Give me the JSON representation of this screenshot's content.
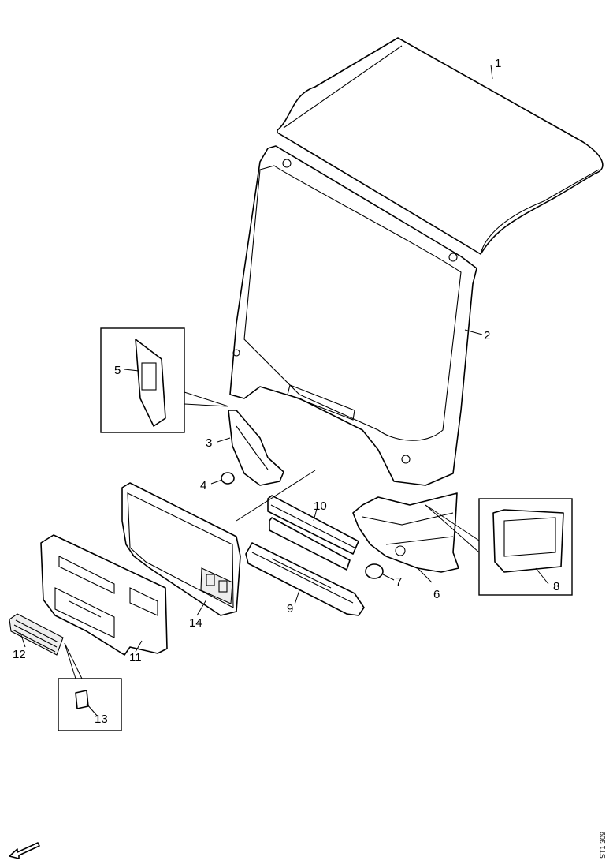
{
  "diagram": {
    "part_numbers": [
      "1",
      "2",
      "3",
      "4",
      "5",
      "6",
      "7",
      "8",
      "9",
      "10",
      "11",
      "12",
      "13",
      "14"
    ],
    "drawing_code": "ST1 309",
    "direction_arrow": "arrow-icon"
  }
}
